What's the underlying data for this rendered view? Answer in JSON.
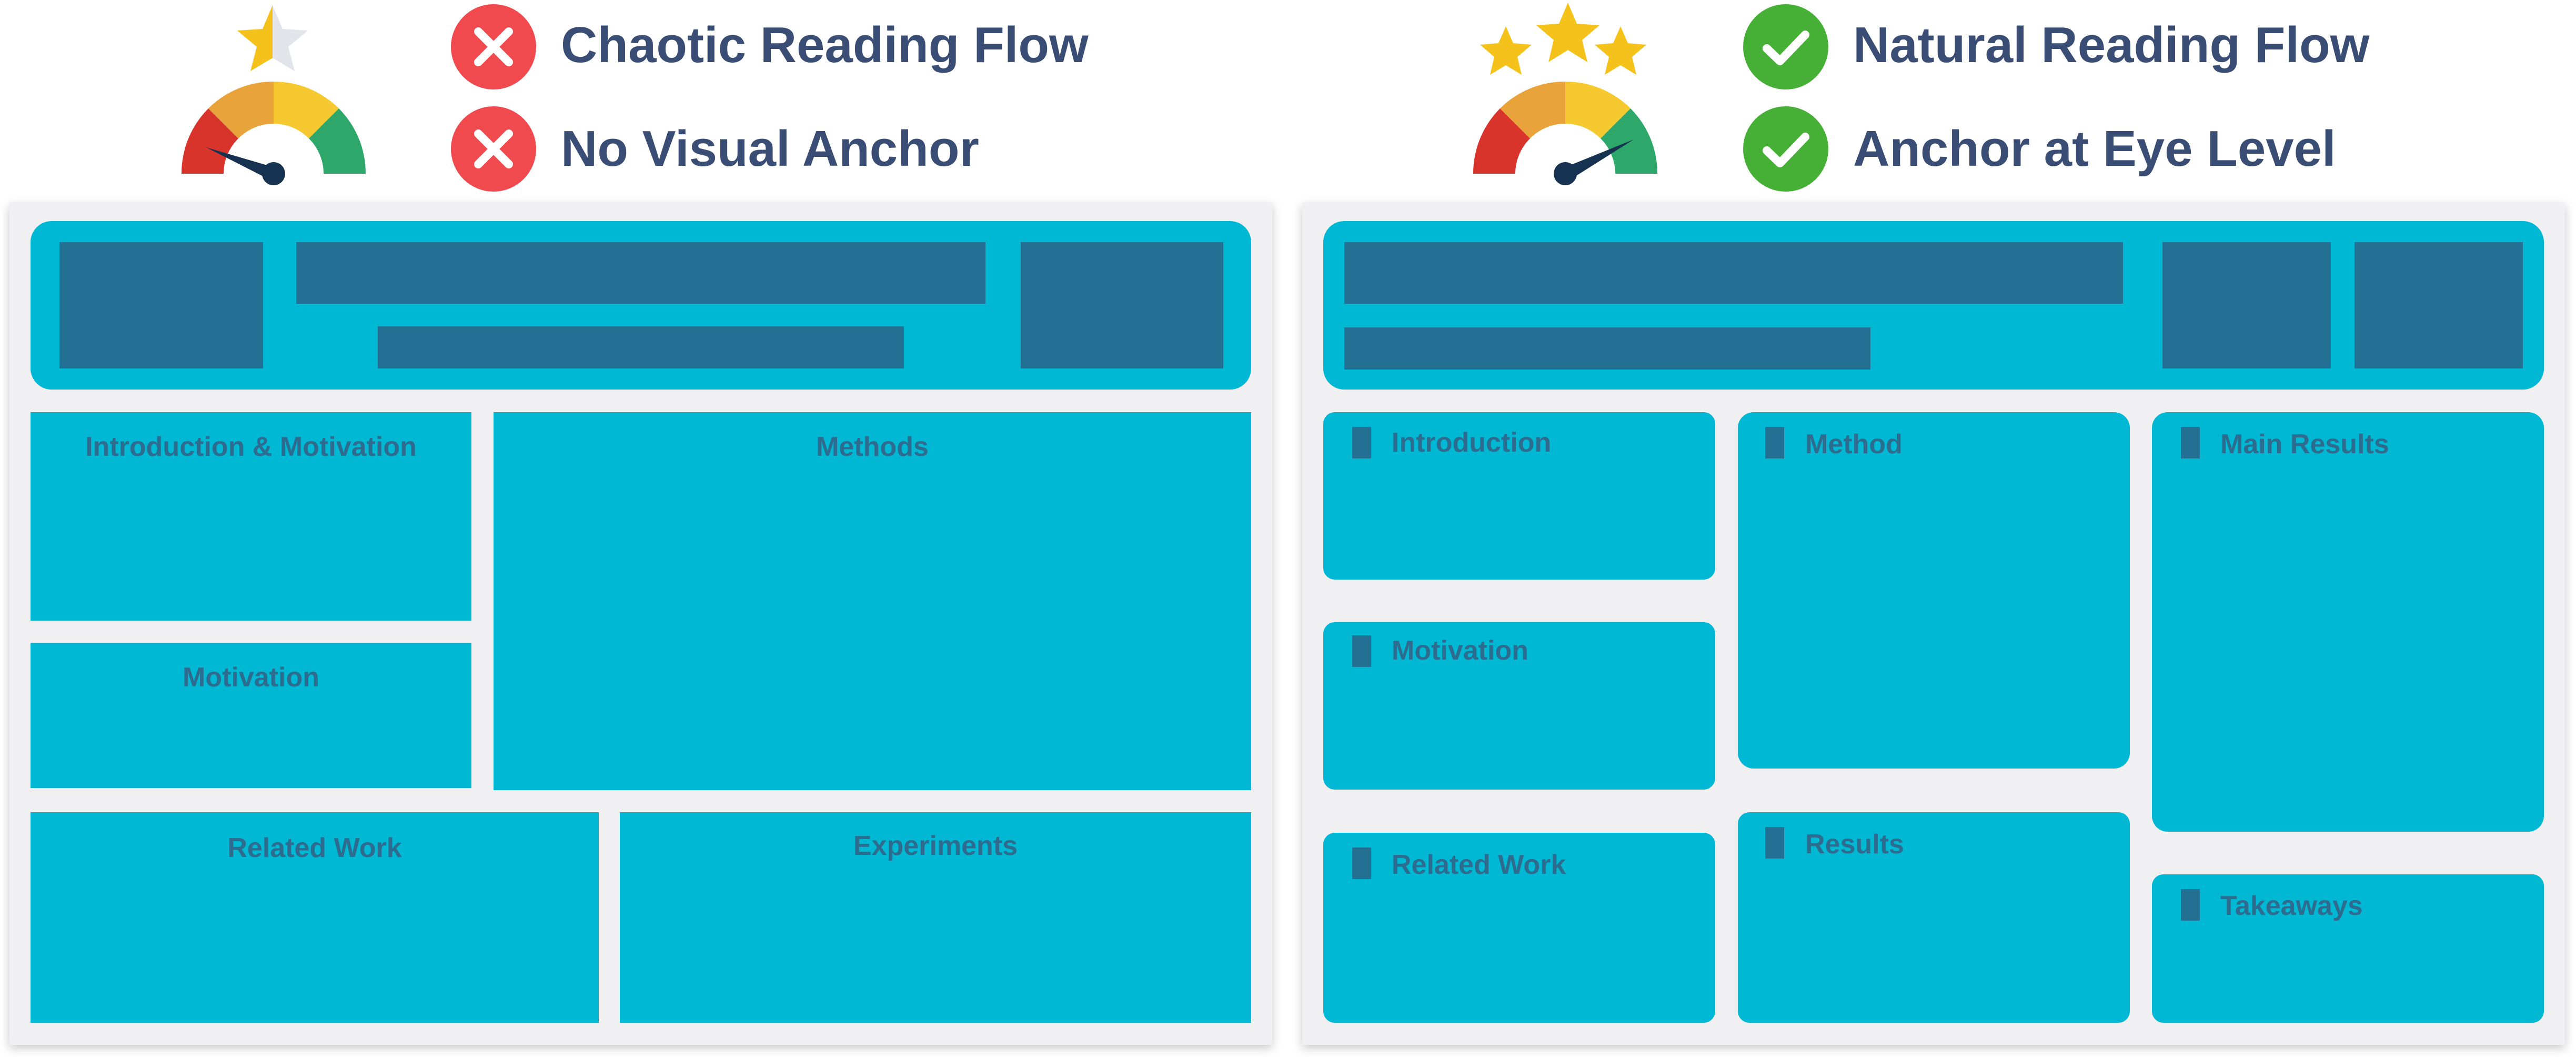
{
  "bad": {
    "headline_1": "Chaotic Reading Flow",
    "headline_2": "No Visual Anchor",
    "rating_icon": "half-star-rating",
    "sections": {
      "intro": "Introduction & Motivation",
      "methods": "Methods",
      "motivation": "Motivation",
      "related": "Related Work",
      "experiments": "Experiments"
    }
  },
  "good": {
    "headline_1": "Natural Reading Flow",
    "headline_2": "Anchor at Eye Level",
    "rating_icon": "three-star-rating",
    "sections": {
      "introduction": "Introduction",
      "method": "Method",
      "main_results": "Main Results",
      "motivation": "Motivation",
      "related": "Related Work",
      "results": "Results",
      "takeaways": "Takeaways"
    }
  },
  "colors": {
    "label": "#3a4e75",
    "fail": "#f04a4f",
    "pass": "#45b035",
    "cyan": "#00b8d4",
    "dark_block": "#227195",
    "background": "#f0f0f3"
  }
}
